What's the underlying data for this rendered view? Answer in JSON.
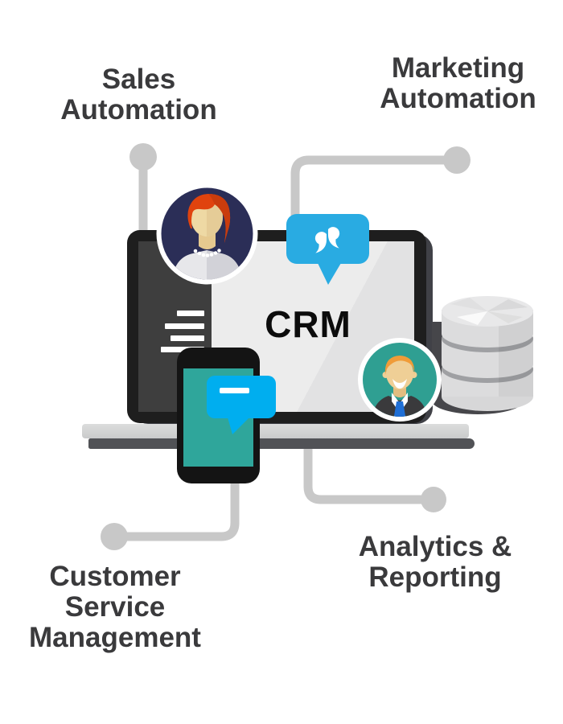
{
  "diagram": {
    "title": "CRM",
    "features": [
      {
        "id": "sales-automation",
        "lines": [
          "Sales",
          "Automation"
        ]
      },
      {
        "id": "marketing-automation",
        "lines": [
          "Marketing",
          "Automation"
        ]
      },
      {
        "id": "customer-service-management",
        "lines": [
          "Customer",
          "Service",
          "Management"
        ]
      },
      {
        "id": "analytics-reporting",
        "lines": [
          "Analytics &",
          "Reporting"
        ]
      }
    ],
    "icons": [
      "laptop-icon",
      "smartphone-icon",
      "database-icon",
      "chat-quote-bubble-icon",
      "chat-message-bubble-icon",
      "female-user-avatar",
      "male-user-avatar",
      "connector-node-dot"
    ],
    "colors": {
      "accent_blue": "#29abe2",
      "bubble_blue": "#00aeef",
      "teal": "#2fa69b",
      "avatar_teal": "#2f9f92",
      "navy": "#2b2e57",
      "hair_red": "#e0430e",
      "hair_orange": "#f09c38",
      "connector_gray": "#c8c8c8",
      "label_text": "#3a3a3c",
      "laptop_dark": "#1e1e1e",
      "sidebar_gray": "#3e3e3e",
      "screen_light": "#ececec",
      "base_gray": "#cacbcc",
      "base_dark": "#515256",
      "crm_text": "#0c0c0c"
    }
  }
}
